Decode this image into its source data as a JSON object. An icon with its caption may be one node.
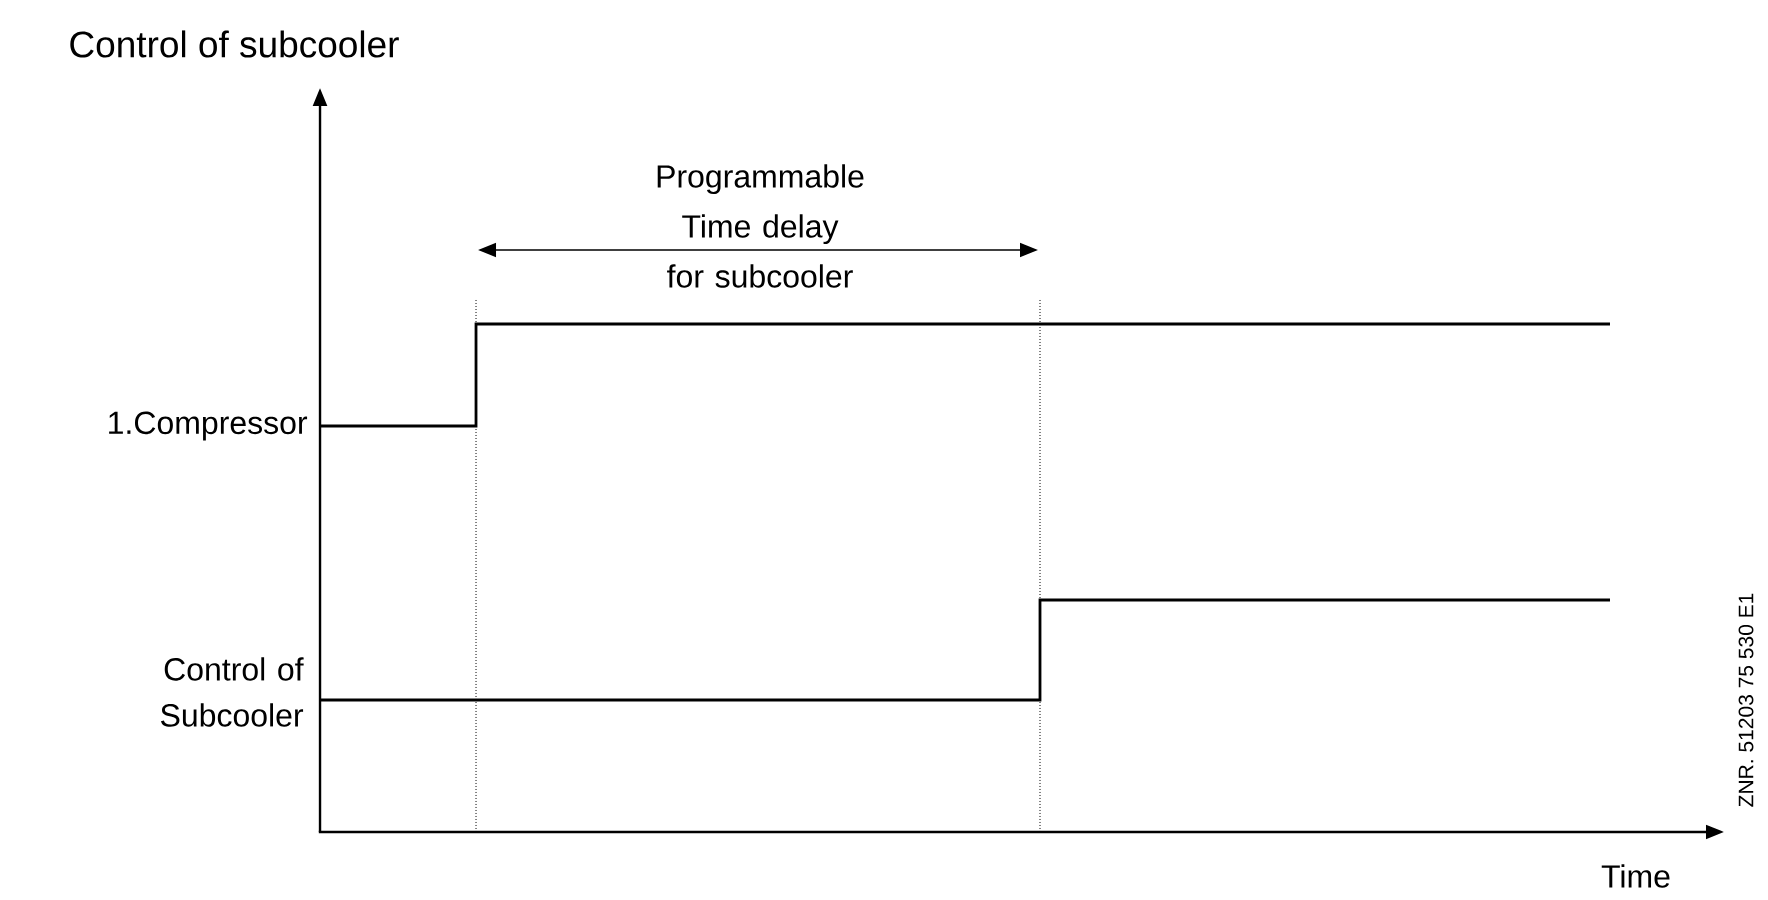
{
  "diagram": {
    "title": "Control of subcooler",
    "labels": [
      "Programmable Time delay for subcooler",
      "1.Compressor",
      "Control of Subcooler",
      "Time",
      "ZNR. 51203 75 530 E1"
    ]
  }
}
